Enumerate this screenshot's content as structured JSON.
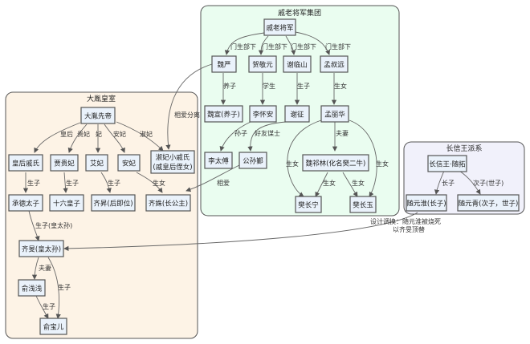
{
  "clusters": [
    {
      "id": "military",
      "title": "戚老将军集团",
      "fill": "#eafdf0"
    },
    {
      "id": "royal",
      "title": "大胤皇室",
      "fill": "#fdf3e6"
    },
    {
      "id": "changxin",
      "title": "长信王派系",
      "fill": "#f1f1fb"
    }
  ],
  "nodes": {
    "qi_general": {
      "label": "戚老将军"
    },
    "wei_yan": {
      "label": "魏严"
    },
    "he_jingyuan": {
      "label": "贺敬元"
    },
    "xie_linshan": {
      "label": "谢临山"
    },
    "meng_shuyuan": {
      "label": "孟叔远"
    },
    "wei_xuan": {
      "label": "魏宣(养子)"
    },
    "li_huaian": {
      "label": "李怀安"
    },
    "xie_zheng": {
      "label": "谢征"
    },
    "meng_lihua": {
      "label": "孟丽华"
    },
    "li_taifu": {
      "label": "李太傅"
    },
    "gongsun_yin": {
      "label": "公孙鄞"
    },
    "wei_qilin": {
      "label": "魏祁林(化名樊二牛)"
    },
    "fan_changning": {
      "label": "樊长宁"
    },
    "fan_changyu": {
      "label": "樊长玉"
    },
    "emperor": {
      "label": "大胤先帝"
    },
    "empress_qi": {
      "label": "皇后戚氏"
    },
    "consort_jia": {
      "label": "贾贵妃"
    },
    "consort_ai": {
      "label": "艾妃"
    },
    "consort_an": {
      "label": "安妃"
    },
    "consort_shu": {
      "label": "淑妃小戚氏",
      "label2": "(戚皇后侄女)"
    },
    "crown_prince": {
      "label": "承德太子"
    },
    "prince16": {
      "label": "十六皇子"
    },
    "qi_sheng": {
      "label": "齐昇(后即位)"
    },
    "qi_shu": {
      "label": "齐姝(长公主)"
    },
    "qi_min": {
      "label": "齐旻(皇太孙)"
    },
    "yu_qianqian": {
      "label": "俞浅浅"
    },
    "yu_baoer": {
      "label": "俞宝儿"
    },
    "king_changxin": {
      "label": "长信王·随拓"
    },
    "sui_yuanhuai": {
      "label": "随元淮(长子)"
    },
    "sui_yuanqing": {
      "label": "随元青(次子，世子)"
    }
  },
  "edges": [
    {
      "from": "qi_general",
      "to": "wei_yan",
      "label": "门生部下"
    },
    {
      "from": "qi_general",
      "to": "he_jingyuan",
      "label": "门生部下"
    },
    {
      "from": "qi_general",
      "to": "xie_linshan",
      "label": "门生部下"
    },
    {
      "from": "qi_general",
      "to": "meng_shuyuan",
      "label": "门生部下"
    },
    {
      "from": "wei_yan",
      "to": "wei_xuan",
      "label": "养子"
    },
    {
      "from": "he_jingyuan",
      "to": "li_huaian",
      "label": "学生"
    },
    {
      "from": "xie_linshan",
      "to": "xie_zheng",
      "label": "生子"
    },
    {
      "from": "meng_shuyuan",
      "to": "meng_lihua",
      "label": "生女"
    },
    {
      "from": "li_huaian",
      "to": "li_taifu",
      "label": "孙子"
    },
    {
      "from": "xie_zheng",
      "to": "gongsun_yin",
      "label": "好友谋士"
    },
    {
      "from": "meng_lihua",
      "to": "wei_qilin",
      "label": "夫妻"
    },
    {
      "from": "meng_lihua",
      "to": "fan_changning",
      "label": "生女"
    },
    {
      "from": "meng_lihua",
      "to": "fan_changyu",
      "label": "生女"
    },
    {
      "from": "wei_qilin",
      "to": "fan_changning",
      "label": "生女"
    },
    {
      "from": "wei_qilin",
      "to": "fan_changyu",
      "label": "生女"
    },
    {
      "from": "wei_yan",
      "to": "consort_shu",
      "label": "相爱分离"
    },
    {
      "from": "gongsun_yin",
      "to": "qi_shu",
      "label": "相爱"
    },
    {
      "from": "emperor",
      "to": "empress_qi",
      "label": "皇后"
    },
    {
      "from": "emperor",
      "to": "consort_jia",
      "label": "贵妃"
    },
    {
      "from": "emperor",
      "to": "consort_ai",
      "label": "妃"
    },
    {
      "from": "emperor",
      "to": "consort_an",
      "label": "安妃"
    },
    {
      "from": "emperor",
      "to": "consort_shu",
      "label": "淑妃"
    },
    {
      "from": "empress_qi",
      "to": "crown_prince",
      "label": "生子"
    },
    {
      "from": "consort_jia",
      "to": "prince16",
      "label": "生子"
    },
    {
      "from": "consort_ai",
      "to": "qi_sheng",
      "label": "生子"
    },
    {
      "from": "consort_an",
      "to": "qi_shu",
      "label": "生女"
    },
    {
      "from": "crown_prince",
      "to": "qi_min",
      "label": "生子(皇太孙)"
    },
    {
      "from": "qi_min",
      "to": "yu_qianqian",
      "label": "夫妻"
    },
    {
      "from": "qi_min",
      "to": "yu_baoer",
      "label": "生子"
    },
    {
      "from": "yu_qianqian",
      "to": "yu_baoer",
      "label": "生子"
    },
    {
      "from": "king_changxin",
      "to": "sui_yuanhuai",
      "label": "长子"
    },
    {
      "from": "king_changxin",
      "to": "sui_yuanqing",
      "label": "次子(世子)"
    },
    {
      "from": "sui_yuanhuai",
      "to": "qi_min",
      "label": "设计调换：随元淮被烧死",
      "label2": "以齐旻顶替"
    }
  ]
}
